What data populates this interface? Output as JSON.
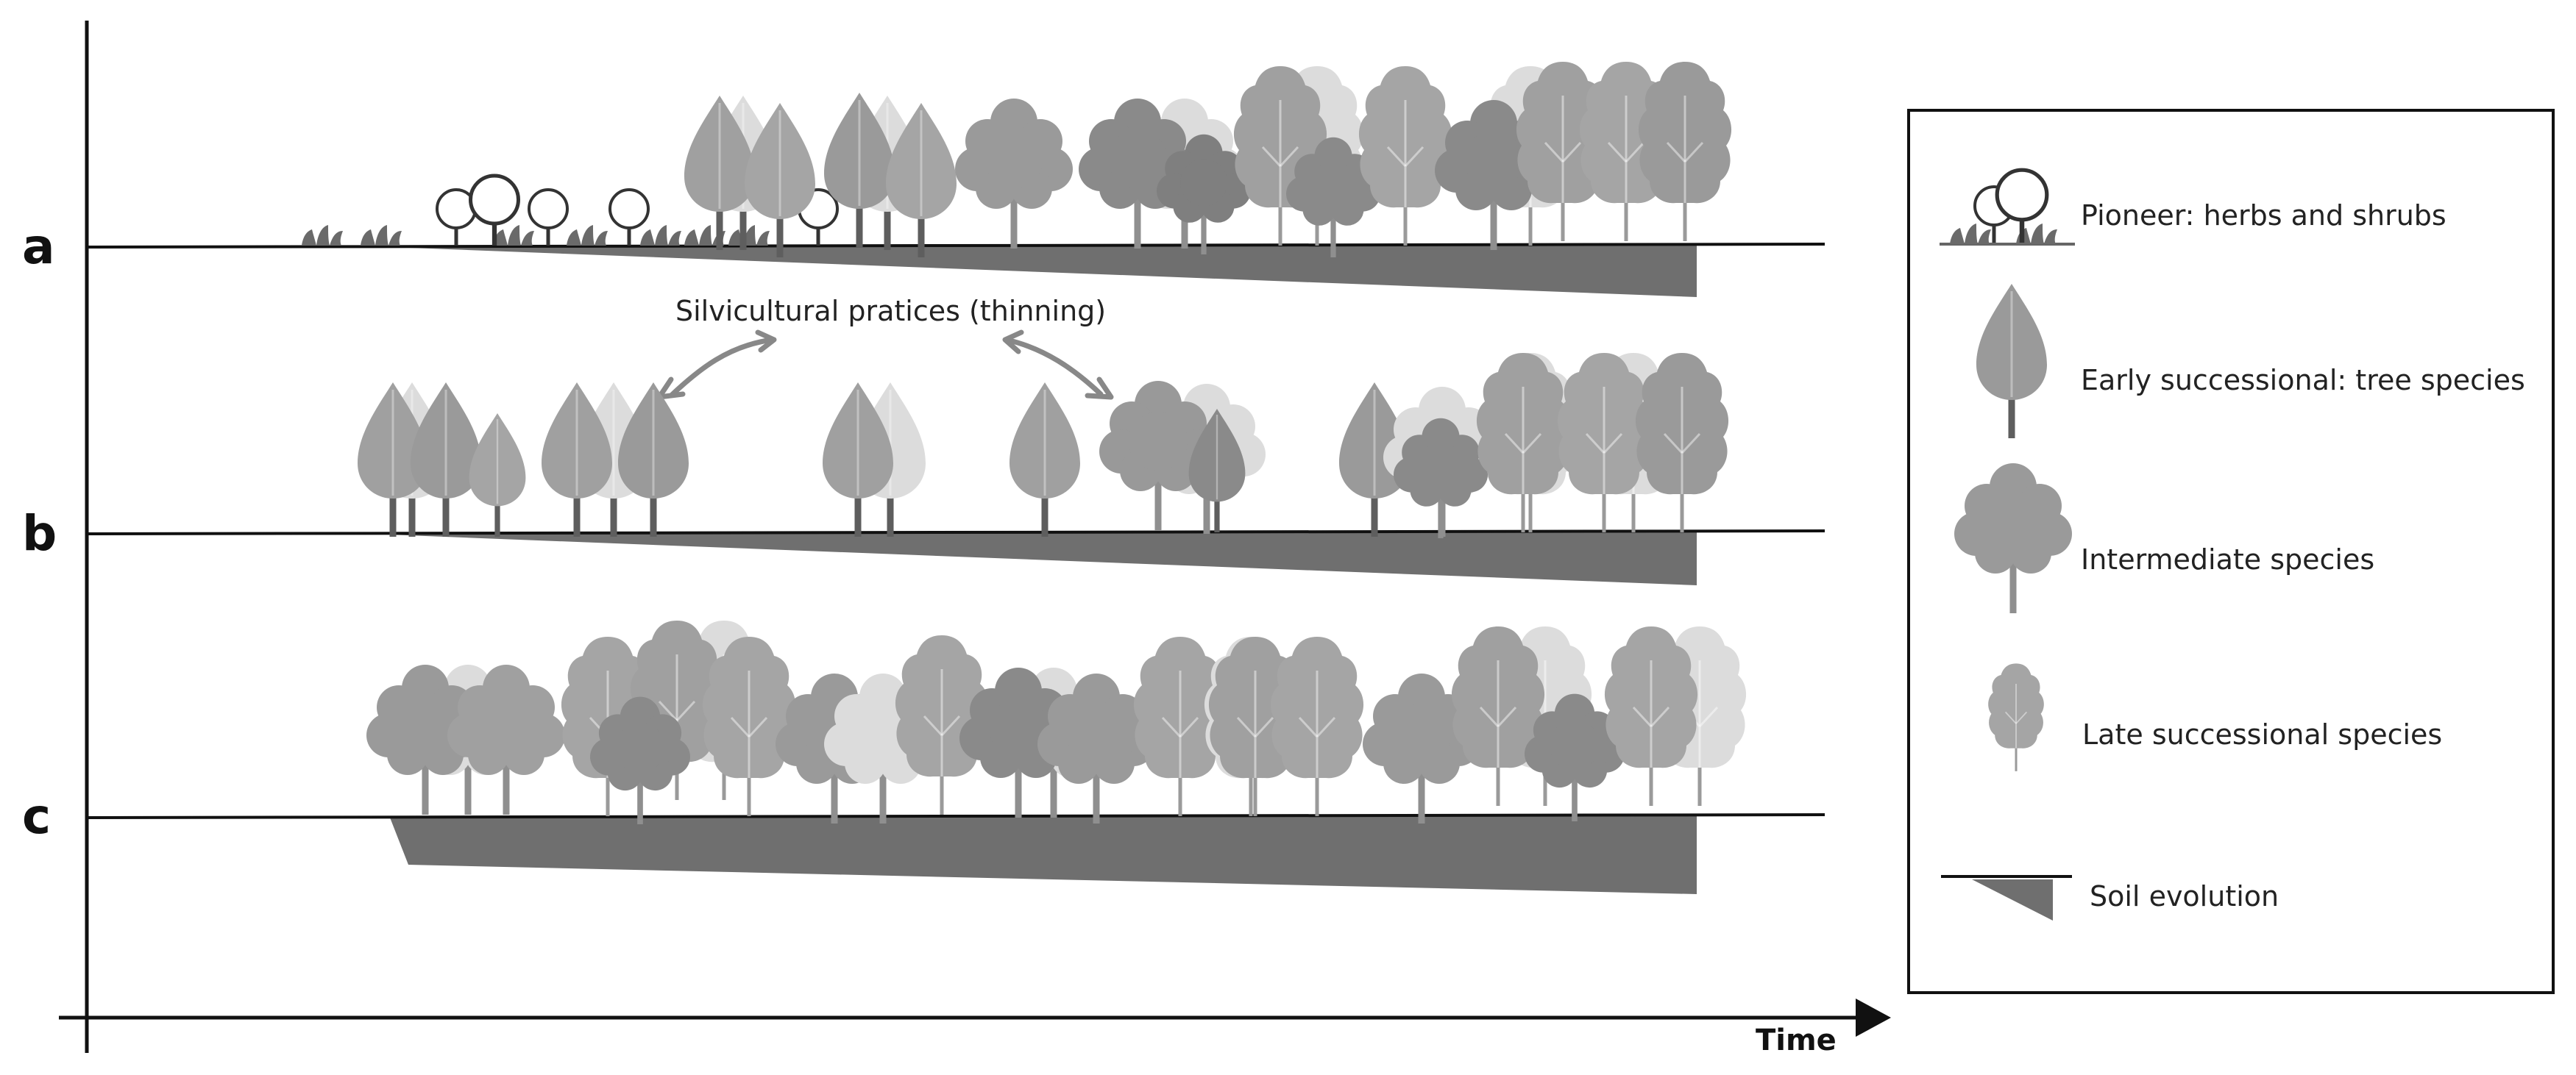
{
  "rows": [
    {
      "id": "a",
      "label": "a"
    },
    {
      "id": "b",
      "label": "b"
    },
    {
      "id": "c",
      "label": "c"
    }
  ],
  "axis": {
    "x_label": "Time"
  },
  "annotation": {
    "text": "Silvicultural pratices (thinning)"
  },
  "legend": {
    "items": [
      {
        "key": "pioneer",
        "icon": "pioneer-herbs-shrubs-icon",
        "label": "Pioneer: herbs and shrubs"
      },
      {
        "key": "early",
        "icon": "early-successional-tree-icon",
        "label": "Early successional: tree species"
      },
      {
        "key": "intermediate",
        "icon": "intermediate-tree-icon",
        "label": "Intermediate species"
      },
      {
        "key": "late",
        "icon": "late-successional-tree-icon",
        "label": "Late successional species"
      },
      {
        "key": "soil",
        "icon": "soil-evolution-icon",
        "label": "Soil evolution"
      }
    ]
  },
  "colors": {
    "background": "#ffffff",
    "line": "#111111",
    "soil": "#6f6f6f",
    "tree_dark": "#8a8a8a",
    "tree_mid": "#a5a5a5",
    "tree_light": "#dcdcdc",
    "trunk": "#5e5e5e"
  }
}
